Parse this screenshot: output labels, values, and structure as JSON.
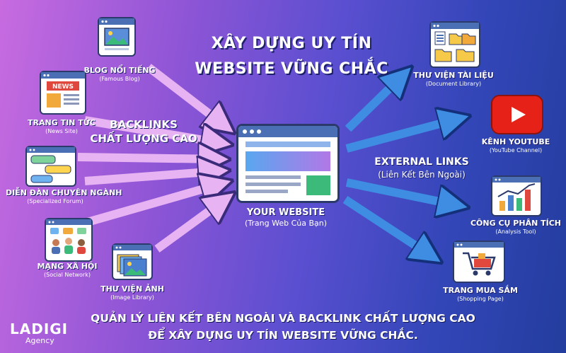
{
  "title_line1": "XÂY DỰNG UY TÍN",
  "title_line2": "WEBSITE VỮNG CHẮC",
  "backlinks_line1": "BACKLINKS",
  "backlinks_line2": "CHẤT LƯỢNG CAO",
  "external_line1": "EXTERNAL LINKS",
  "external_line2": "(Liên Kết Bên Ngoài)",
  "center_main": "YOUR WEBSITE",
  "center_sub": "(Trang Web Của Bạn)",
  "left_sources": [
    {
      "main": "BLOG NỔI TIẾNG",
      "sub": "(Famous Blog)",
      "icon": "blog-image-icon"
    },
    {
      "main": "TRANG TIN TỨC",
      "sub": "(News Site)",
      "icon": "news-icon",
      "badge": "NEWS"
    },
    {
      "main": "DIỄN ĐÀN CHUYÊN NGÀNH",
      "sub": "(Specialized Forum)",
      "icon": "forum-chat-icon"
    },
    {
      "main": "MẠNG XÃ HỘI",
      "sub": "(Social Network)",
      "icon": "social-network-icon"
    },
    {
      "main": "THƯ VIỆN ẢNH",
      "sub": "(Image Library)",
      "icon": "image-library-icon"
    }
  ],
  "right_targets": [
    {
      "main": "THƯ VIỆN TÀI LIỆU",
      "sub": "(Document Library)",
      "icon": "folder-document-icon"
    },
    {
      "main": "KÊNH YOUTUBE",
      "sub": "(YouTube Channel)",
      "icon": "youtube-play-icon"
    },
    {
      "main": "CÔNG CỤ PHÂN TÍCH",
      "sub": "(Analysis Tool)",
      "icon": "analytics-chart-icon"
    },
    {
      "main": "TRANG MUA SẮM",
      "sub": "(Shopping Page)",
      "icon": "shopping-cart-icon"
    }
  ],
  "bottom_line1": "QUẢN LÝ LIÊN KẾT BÊN NGOÀI VÀ BACKLINK CHẤT LƯỢNG CAO",
  "bottom_line2": "ĐỂ XÂY DỰNG UY TÍN WEBSITE VỮNG CHẮC.",
  "logo_name": "LADIGI",
  "logo_tagline": "Agency",
  "colors": {
    "incoming_arrow": "#e7b3f2",
    "outgoing_arrow": "#3e8de2",
    "youtube_red": "#e62117",
    "title_shadow": "#1c1f6a"
  }
}
